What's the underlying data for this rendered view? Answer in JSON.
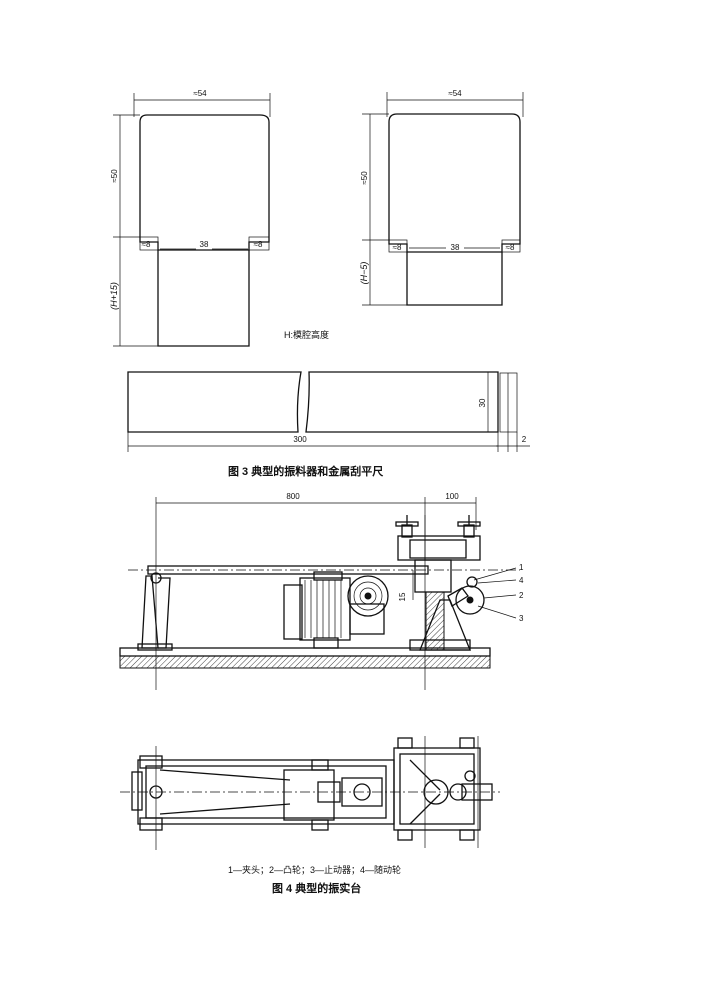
{
  "fig3": {
    "left_scraper": {
      "top_width": "≈54",
      "height": "≈50",
      "notch_left": "≈8",
      "gap": "38",
      "notch_right": "≈8",
      "lower_height": "(H+15)"
    },
    "right_scraper": {
      "top_width": "≈54",
      "height": "≈50",
      "notch_left": "≈8",
      "gap": "38",
      "notch_right": "≈8",
      "lower_height": "(H−5)"
    },
    "note": "H:模腔高度",
    "ruler": {
      "length": "300",
      "height": "30",
      "thickness": "2"
    },
    "caption": "图 3   典型的振料器和金属刮平尺"
  },
  "fig4": {
    "dims": {
      "length": "800",
      "offset": "100",
      "gap": "15"
    },
    "callouts": [
      "1",
      "4",
      "2",
      "3"
    ],
    "legend": "1—夹头；2—凸轮；3—止动器；4—随动轮",
    "caption": "图 4   典型的振实台"
  }
}
